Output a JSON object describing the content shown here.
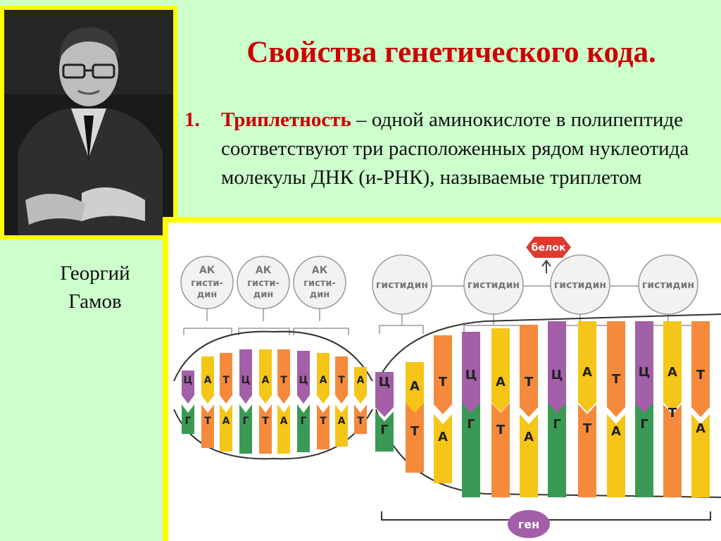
{
  "title": "Свойства генетического кода.",
  "portrait": {
    "caption_line1": "Георгий",
    "caption_line2": "Гамов"
  },
  "property": {
    "number": "1.",
    "term": "Триплетность",
    "definition": " – одной аминокислоте в полипептиде соответствуют три расположенных рядом нуклеотида молекулы ДНК (и-РНК), называемые триплетом"
  },
  "diagram": {
    "colors": {
      "Ц": "#a35fa8",
      "А": "#f5c518",
      "Т": "#f58a3c",
      "Г": "#3a9a55"
    },
    "left_labels": [
      "АК гисти-дин",
      "АК гисти-дин",
      "АК гисти-дин"
    ],
    "left_top_strand": [
      "Ц",
      "А",
      "Т",
      "Ц",
      "А",
      "Т",
      "Ц",
      "А",
      "Т",
      "А"
    ],
    "left_bottom_strand": [
      "Г",
      "Т",
      "А",
      "Г",
      "Т",
      "А",
      "Г",
      "Т",
      "А",
      "Т"
    ],
    "right_labels": [
      "гистидин",
      "гистидин",
      "гистидин",
      "гистидин"
    ],
    "protein_label": "белок",
    "right_top_strand": [
      "Ц",
      "А",
      "Т",
      "Ц",
      "А",
      "Т",
      "Ц",
      "А",
      "Т",
      "Ц",
      "А",
      "Т"
    ],
    "right_bottom_strand": [
      "Г",
      "Т",
      "А",
      "Г",
      "Т",
      "А",
      "Г",
      "Т",
      "А",
      "Г",
      "Т",
      "А"
    ],
    "gene_label": "ген"
  }
}
